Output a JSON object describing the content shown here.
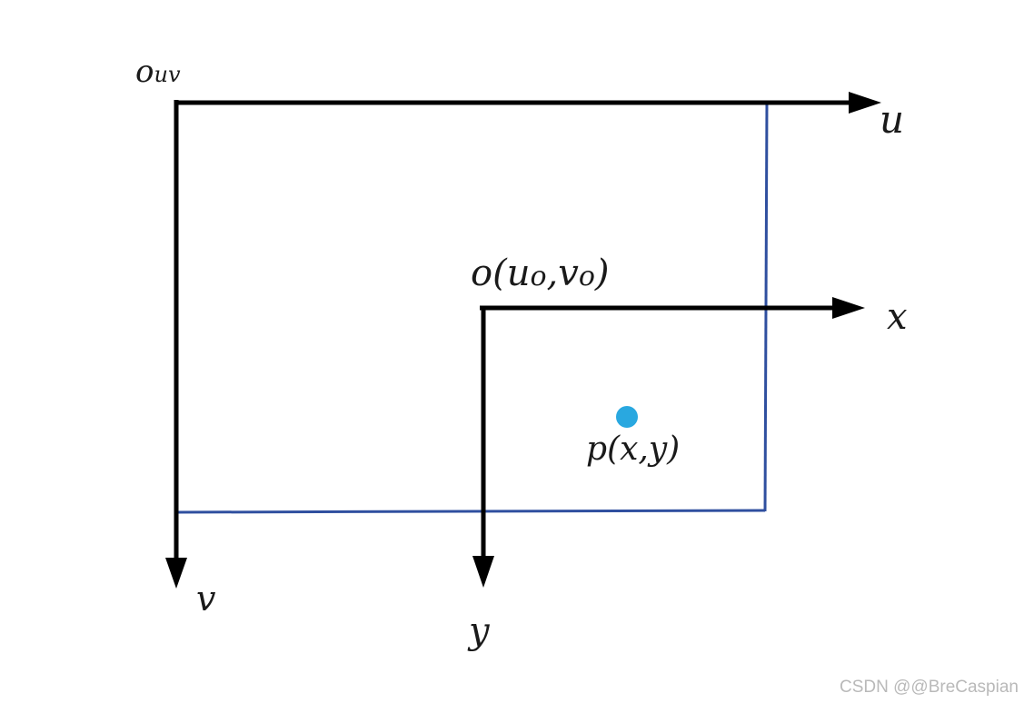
{
  "diagram": {
    "origin_uv_label": {
      "main": "o",
      "sub": "uv"
    },
    "u_axis_label": "u",
    "v_axis_label": "v",
    "origin_xy_label": "o(u",
    "origin_xy_parts": {
      "a": "o(u",
      "s1": "o",
      "b": ",v",
      "s2": "o",
      "c": ")"
    },
    "x_axis_label": "x",
    "y_axis_label": "y",
    "point_label": "p(x,y)",
    "colors": {
      "axis": "#000000",
      "image_border": "#2f4f9f",
      "point": "#29a8e0"
    }
  },
  "watermark": "CSDN @@BreCaspian"
}
